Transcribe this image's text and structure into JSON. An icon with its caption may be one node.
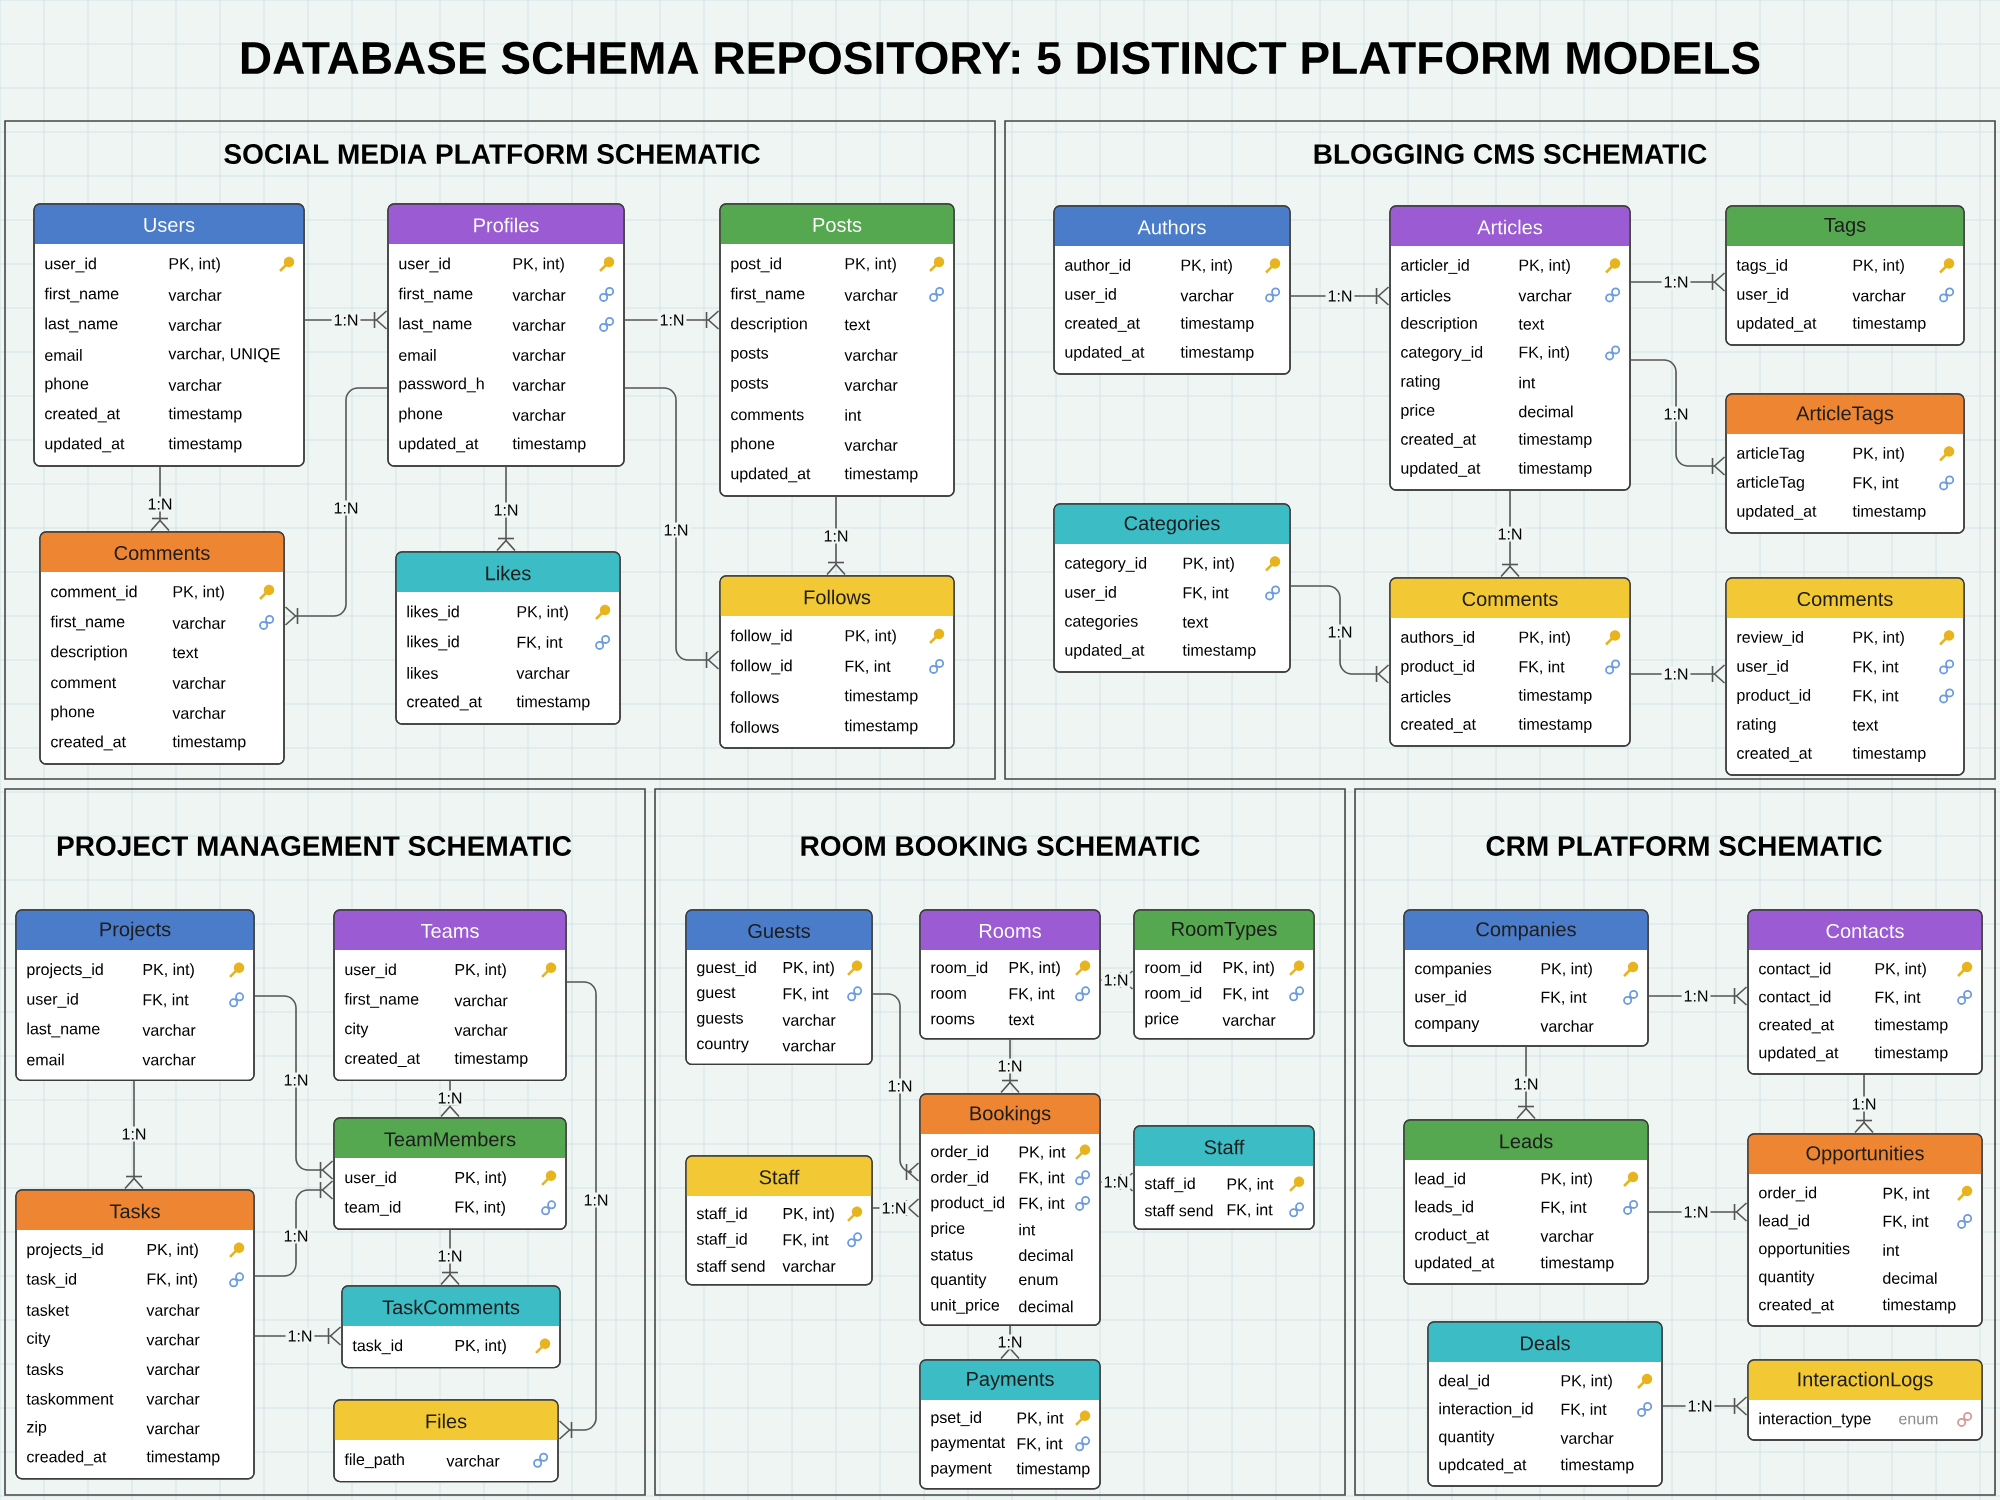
{
  "diagram": {
    "title": "DATABASE SCHEMA REPOSITORY: 5 DISTINCT PLATFORM MODELS",
    "nodes": [
      {
        "text": [
          "SOCIAL MEDIA PLATFORM SCHEMATIC"
        ]
      },
      {
        "text": [
          "Users",
          "user_id",
          "PK, int)",
          "first_name",
          "varchar",
          "last_name",
          "varchar",
          "email",
          "varchar, UNIQE",
          "phone",
          "varchar",
          "created_at",
          "timestamp",
          "updated_at",
          "timestamp"
        ],
        "in": 0
      },
      {
        "text": [
          "Profiles",
          "user_id",
          "PK, int)",
          "first_name",
          "varchar",
          "last_name",
          "varchar",
          "email",
          "varchar",
          "password_h",
          "varchar",
          "phone",
          "varchar",
          "updated_at",
          "timestamp"
        ],
        "in": 0
      },
      {
        "text": [
          "Posts",
          "post_id",
          "PK, int)",
          "first_name",
          "varchar",
          "description",
          "text",
          "posts",
          "varchar",
          "posts",
          "varchar",
          "comments",
          "int",
          "phone",
          "varchar",
          "updated_at",
          "timestamp"
        ],
        "in": 0
      },
      {
        "text": [
          "Comments",
          "comment_id",
          "PK, int)",
          "first_name",
          "varchar",
          "description",
          "text",
          "comment",
          "varchar",
          "phone",
          "varchar",
          "created_at",
          "timestamp"
        ],
        "in": 0
      },
      {
        "text": [
          "Likes",
          "likes_id",
          "PK, int)",
          "likes_id",
          "FK, int",
          "likes",
          "varchar",
          "created_at",
          "timestamp"
        ],
        "in": 0
      },
      {
        "text": [
          "Follows",
          "follow_id",
          "PK, int)",
          "follow_id",
          "FK, int",
          "follows",
          "timestamp",
          "follows",
          "timestamp"
        ],
        "in": 0
      },
      {
        "text": [
          "BLOGGING CMS SCHEMATIC"
        ]
      },
      {
        "text": [
          "Authors",
          "author_id",
          "PK, int)",
          "user_id",
          "varchar",
          "created_at",
          "timestamp",
          "updated_at",
          "timestamp"
        ],
        "in": 7
      },
      {
        "text": [
          "Articles",
          "articler_id",
          "PK, int)",
          "articles",
          "varchar",
          "description",
          "text",
          "category_id",
          "FK, int)",
          "rating",
          "int",
          "price",
          "decimal",
          "created_at",
          "timestamp",
          "updated_at",
          "timestamp"
        ],
        "in": 7
      },
      {
        "text": [
          "Tags",
          "tags_id",
          "PK, int)",
          "user_id",
          "varchar",
          "updated_at",
          "timestamp"
        ],
        "in": 7
      },
      {
        "text": [
          "ArticleTags",
          "articleTag",
          "PK, int)",
          "articleTag",
          "FK, int",
          "updated_at",
          "timestamp"
        ],
        "in": 7
      },
      {
        "text": [
          "Categories",
          "category_id",
          "PK, int)",
          "user_id",
          "FK, int",
          "categories",
          "text",
          "updated_at",
          "timestamp"
        ],
        "in": 7
      },
      {
        "text": [
          "Comments",
          "authors_id",
          "PK, int)",
          "product_id",
          "FK, int",
          "articles",
          "timestamp",
          "created_at",
          "timestamp"
        ],
        "in": 7
      },
      {
        "text": [
          "Comments",
          "review_id",
          "PK, int)",
          "user_id",
          "FK, int",
          "product_id",
          "FK, int",
          "rating",
          "text",
          "created_at",
          "timestamp"
        ],
        "in": 7
      },
      {
        "text": [
          "PROJECT MANAGEMENT SCHEMATIC"
        ]
      },
      {
        "text": [
          "Projects",
          "projects_id",
          "PK, int)",
          "user_id",
          "FK, int",
          "last_name",
          "varchar",
          "email",
          "varchar"
        ],
        "in": 15
      },
      {
        "text": [
          "Teams",
          "user_id",
          "PK, int)",
          "first_name",
          "varchar",
          "city",
          "varchar",
          "created_at",
          "timestamp"
        ],
        "in": 15
      },
      {
        "text": [
          "TeamMembers",
          "user_id",
          "PK, int)",
          "team_id",
          "FK, int)"
        ],
        "in": 15
      },
      {
        "text": [
          "Tasks",
          "projects_id",
          "PK, int)",
          "task_id",
          "FK, int)",
          "tasket",
          "varchar",
          "city",
          "varchar",
          "tasks",
          "varchar",
          "taskomment",
          "varchar",
          "zip",
          "varchar",
          "creaded_at",
          "timestamp"
        ],
        "in": 15
      },
      {
        "text": [
          "TaskComments",
          "task_id",
          "PK, int)"
        ],
        "in": 15
      },
      {
        "text": [
          "Files",
          "file_path",
          "varchar"
        ],
        "in": 15
      },
      {
        "text": [
          "ROOM BOOKING SCHEMATIC"
        ]
      },
      {
        "text": [
          "Guests",
          "guest_id",
          "PK, int)",
          "guest",
          "FK, int",
          "guests",
          "varchar",
          "country",
          "varchar"
        ],
        "in": 22
      },
      {
        "text": [
          "Rooms",
          "room_id",
          "PK, int)",
          "room",
          "FK, int",
          "rooms",
          "text"
        ],
        "in": 22
      },
      {
        "text": [
          "RoomTypes",
          "room_id",
          "PK, int)",
          "room_id",
          "FK, int",
          "price",
          "varchar"
        ],
        "in": 22
      },
      {
        "text": [
          "Bookings",
          "order_id",
          "PK, int",
          "order_id",
          "FK, int",
          "product_id",
          "FK, int",
          "price",
          "int",
          "status",
          "decimal",
          "quantity",
          "enum",
          "unit_price",
          "decimal"
        ],
        "in": 22
      },
      {
        "text": [
          "Staff",
          "staff_id",
          "PK, int)",
          "staff_id",
          "FK, int",
          "staff send",
          "varchar"
        ],
        "in": 22
      },
      {
        "text": [
          "Staff",
          "staff_id",
          "PK, int",
          "staff send",
          "FK, int"
        ],
        "in": 22
      },
      {
        "text": [
          "Payments",
          "pset_id",
          "PK, int",
          "paymentat",
          "FK, int",
          "payment",
          "timestamp"
        ],
        "in": 22
      },
      {
        "text": [
          "CRM PLATFORM SCHEMATIC"
        ]
      },
      {
        "text": [
          "Companies",
          "companies",
          "PK, int)",
          "user_id",
          "FK, int",
          "company",
          "varchar"
        ],
        "in": 30
      },
      {
        "text": [
          "Contacts",
          "contact_id",
          "PK, int)",
          "contact_id",
          "FK, int",
          "created_at",
          "timestamp",
          "updated_at",
          "timestamp"
        ],
        "in": 30
      },
      {
        "text": [
          "Leads",
          "lead_id",
          "PK, int)",
          "leads_id",
          "FK, int",
          "croduct_at",
          "varchar",
          "updated_at",
          "timestamp"
        ],
        "in": 30
      },
      {
        "text": [
          "Opportunities",
          "order_id",
          "PK, int",
          "lead_id",
          "FK, int",
          "opportunities",
          "int",
          "quantity",
          "decimal",
          "created_at",
          "timestamp"
        ],
        "in": 30
      },
      {
        "text": [
          "Deals",
          "deal_id",
          "PK, int)",
          "interaction_id",
          "FK, int",
          "quantity",
          "varchar",
          "updcated_at",
          "timestamp"
        ],
        "in": 30
      },
      {
        "text": [
          "InteractionLogs",
          "interaction_type",
          "enum"
        ],
        "in": 30
      }
    ],
    "edges": [
      {
        "from": 1,
        "to": 2,
        "arrow": "other",
        "label": "1:N"
      },
      {
        "from": 2,
        "to": 3,
        "arrow": "other",
        "label": "1:N"
      },
      {
        "from": 1,
        "to": 4,
        "arrow": "other",
        "label": "1:N"
      },
      {
        "from": 2,
        "to": 4,
        "arrow": "other",
        "label": "1:N"
      },
      {
        "from": 2,
        "to": 5,
        "arrow": "other",
        "label": "1:N"
      },
      {
        "from": 2,
        "to": 6,
        "arrow": "other",
        "label": "1:N"
      },
      {
        "from": 3,
        "to": 6,
        "arrow": "other",
        "label": "1:N"
      },
      {
        "from": 8,
        "to": 9,
        "arrow": "other",
        "label": "1:N"
      },
      {
        "from": 9,
        "to": 10,
        "arrow": "other",
        "label": "1:N"
      },
      {
        "from": 9,
        "to": 11,
        "arrow": "other",
        "label": "1:N"
      },
      {
        "from": 9,
        "to": 13,
        "arrow": "other",
        "label": "1:N"
      },
      {
        "from": 12,
        "to": 13,
        "arrow": "other",
        "label": "1:N"
      },
      {
        "from": 13,
        "to": 14,
        "arrow": "other",
        "label": "1:N"
      },
      {
        "from": 16,
        "to": 19,
        "arrow": "other",
        "label": "1:N"
      },
      {
        "from": 16,
        "to": 18,
        "arrow": "other",
        "label": "1:N"
      },
      {
        "from": 19,
        "to": 18,
        "arrow": "other",
        "label": "1:N"
      },
      {
        "from": 17,
        "to": 18,
        "arrow": "other",
        "label": "1:N"
      },
      {
        "from": 18,
        "to": 20,
        "arrow": "other",
        "label": "1:N"
      },
      {
        "from": 19,
        "to": 20,
        "arrow": "other",
        "label": "1:N"
      },
      {
        "from": 17,
        "to": 21,
        "arrow": "other",
        "label": "1:N"
      },
      {
        "from": 23,
        "to": 26,
        "arrow": "other",
        "label": "1:N"
      },
      {
        "from": 24,
        "to": 26,
        "arrow": "other",
        "label": "1:N"
      },
      {
        "from": 24,
        "to": 25,
        "arrow": "other",
        "label": "1:N"
      },
      {
        "from": 27,
        "to": 26,
        "arrow": "other",
        "label": "1:N"
      },
      {
        "from": 26,
        "to": 28,
        "arrow": "other",
        "label": "1:N"
      },
      {
        "from": 26,
        "to": 29,
        "arrow": "other",
        "label": "1:N"
      },
      {
        "from": 31,
        "to": 32,
        "arrow": "other",
        "label": "1:N"
      },
      {
        "from": 31,
        "to": 33,
        "arrow": "other",
        "label": "1:N"
      },
      {
        "from": 32,
        "to": 34,
        "arrow": "other",
        "label": "1:N"
      },
      {
        "from": 33,
        "to": 34,
        "arrow": "other",
        "label": "1:N"
      },
      {
        "from": 35,
        "to": 36,
        "arrow": "other",
        "label": "1:N"
      }
    ]
  }
}
